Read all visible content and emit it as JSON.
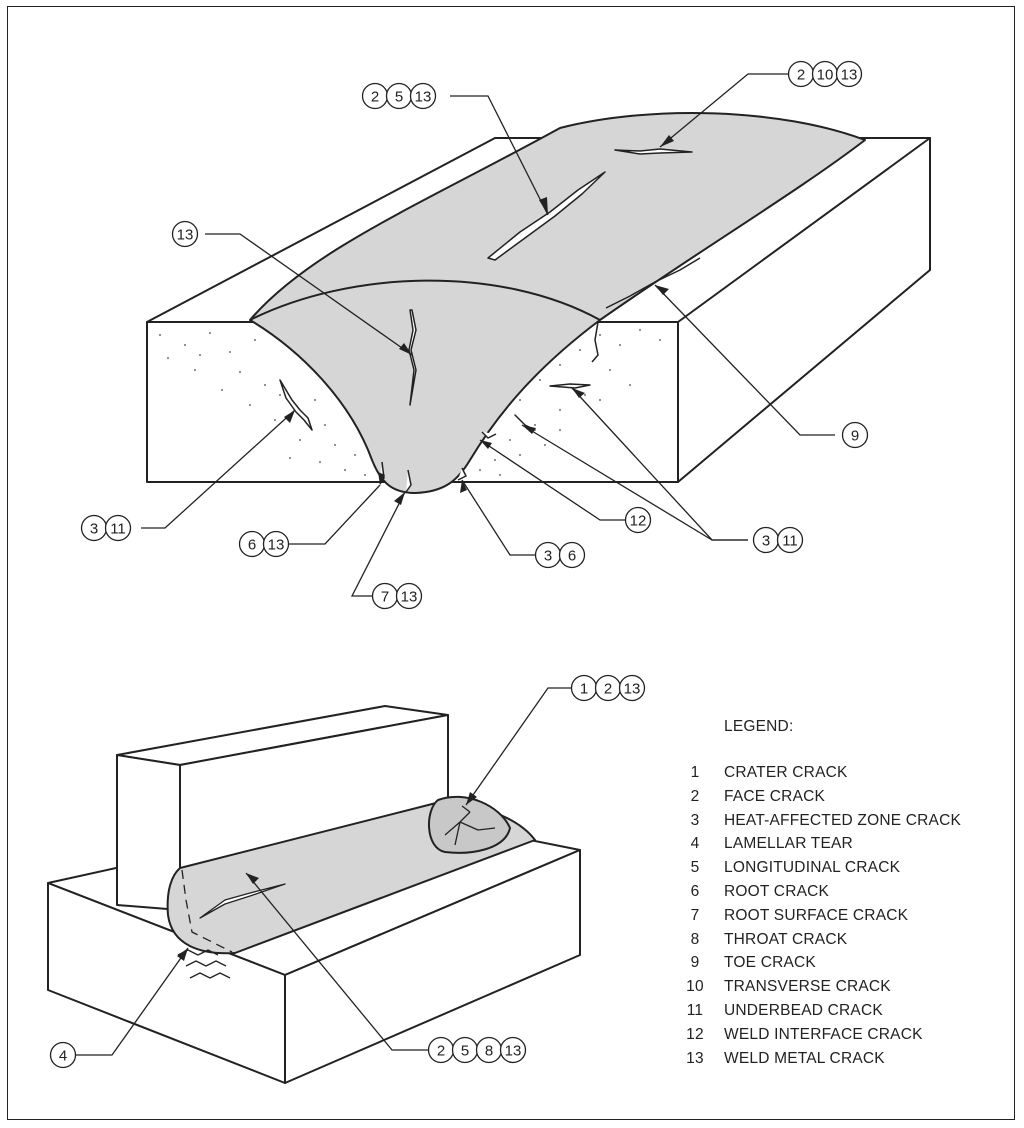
{
  "callouts": {
    "c_2_5_13_top": [
      "2",
      "5",
      "13"
    ],
    "c_2_10_13": [
      "2",
      "10",
      "13"
    ],
    "c_13": [
      "13"
    ],
    "c_9": [
      "9"
    ],
    "c_3_11_left": [
      "3",
      "11"
    ],
    "c_12": [
      "12"
    ],
    "c_3_11_right": [
      "3",
      "11"
    ],
    "c_6_13": [
      "6",
      "13"
    ],
    "c_3_6": [
      "3",
      "6"
    ],
    "c_7_13": [
      "7",
      "13"
    ],
    "c_1_2_13": [
      "1",
      "2",
      "13"
    ],
    "c_4": [
      "4"
    ],
    "c_2_5_8_13": [
      "2",
      "5",
      "8",
      "13"
    ]
  },
  "legend": {
    "title": "LEGEND:",
    "items": [
      {
        "num": "1",
        "text": "CRATER CRACK"
      },
      {
        "num": "2",
        "text": "FACE CRACK"
      },
      {
        "num": "3",
        "text": "HEAT-AFFECTED ZONE CRACK"
      },
      {
        "num": "4",
        "text": "LAMELLAR TEAR"
      },
      {
        "num": "5",
        "text": "LONGITUDINAL CRACK"
      },
      {
        "num": "6",
        "text": "ROOT CRACK"
      },
      {
        "num": "7",
        "text": "ROOT SURFACE CRACK"
      },
      {
        "num": "8",
        "text": "THROAT CRACK"
      },
      {
        "num": "9",
        "text": "TOE CRACK"
      },
      {
        "num": "10",
        "text": "TRANSVERSE CRACK"
      },
      {
        "num": "11",
        "text": "UNDERBEAD CRACK"
      },
      {
        "num": "12",
        "text": "WELD INTERFACE CRACK"
      },
      {
        "num": "13",
        "text": "WELD METAL CRACK"
      }
    ]
  }
}
